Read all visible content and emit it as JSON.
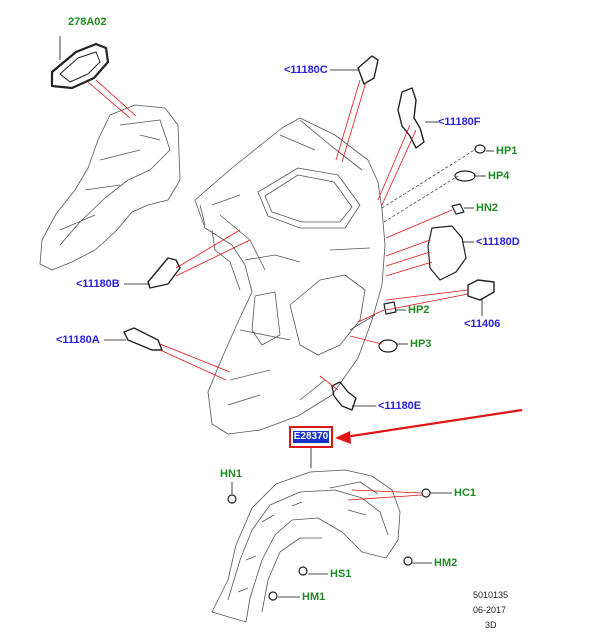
{
  "diagram": {
    "callouts": {
      "c278a02": "278A02",
      "c11180c": "<11180C",
      "c11180f": "<11180F",
      "hp1": "HP1",
      "hp4": "HP4",
      "hn2": "HN2",
      "c11180d": "<11180D",
      "c11180b": "<11180B",
      "c11406": "<11406",
      "hp2": "HP2",
      "c11180a": "<11180A",
      "hp3": "HP3",
      "c11180e": "<11180E",
      "hn1": "HN1",
      "hc1": "HC1",
      "hs1": "HS1",
      "hm2": "HM2",
      "hm1": "HM1"
    },
    "highlighted_part": "E28370",
    "footer": {
      "ref_number": "5010135",
      "date": "06-2017",
      "view": "3D"
    },
    "colors": {
      "callout_blue": "#2a22d6",
      "callout_green": "#1f8a22",
      "leader_red": "#e01515",
      "highlight_fill": "#1432c8",
      "line_art": "#555555"
    }
  }
}
